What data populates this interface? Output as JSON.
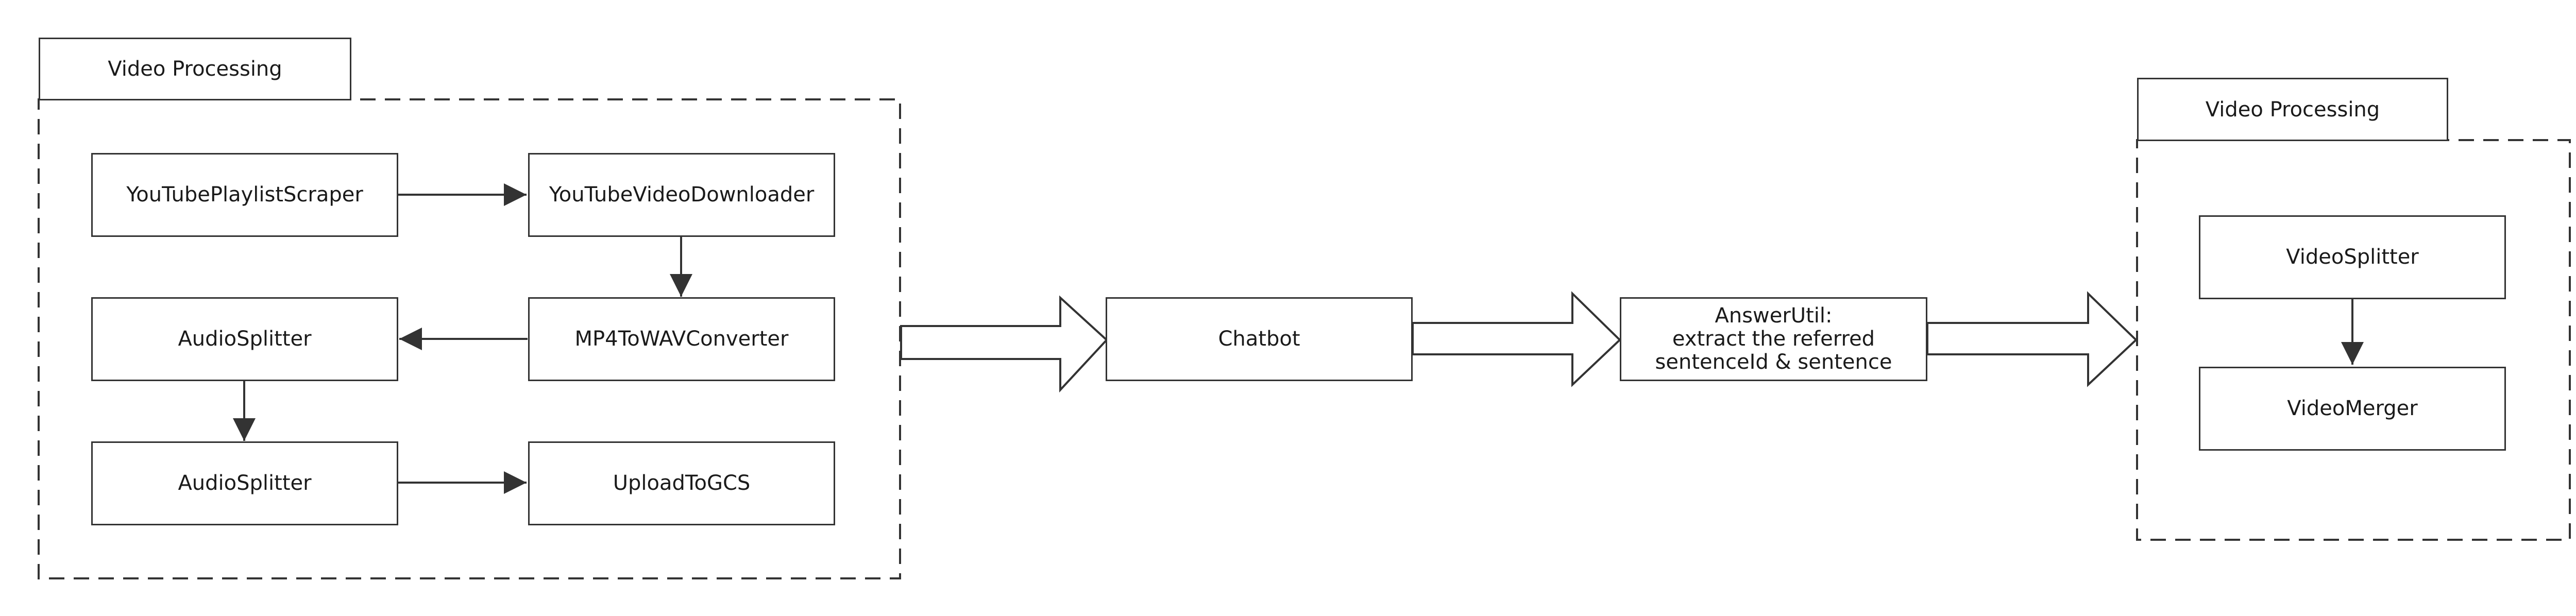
{
  "groups": {
    "left": {
      "title": "Video Processing"
    },
    "right": {
      "title": "Video Processing"
    }
  },
  "nodes": {
    "playlist_scraper": "YouTubePlaylistScraper",
    "video_downloader": "YouTubeVideoDownloader",
    "audio_splitter_1": "AudioSplitter",
    "mp4_to_wav": "MP4ToWAVConverter",
    "audio_splitter_2": "AudioSplitter",
    "upload_gcs": "UploadToGCS",
    "chatbot": "Chatbot",
    "answer_util": "AnswerUtil:\nextract the referred\nsentenceId & sentence",
    "video_splitter": "VideoSplitter",
    "video_merger": "VideoMerger"
  },
  "colors": {
    "stroke": "#333333",
    "background": "#ffffff"
  }
}
